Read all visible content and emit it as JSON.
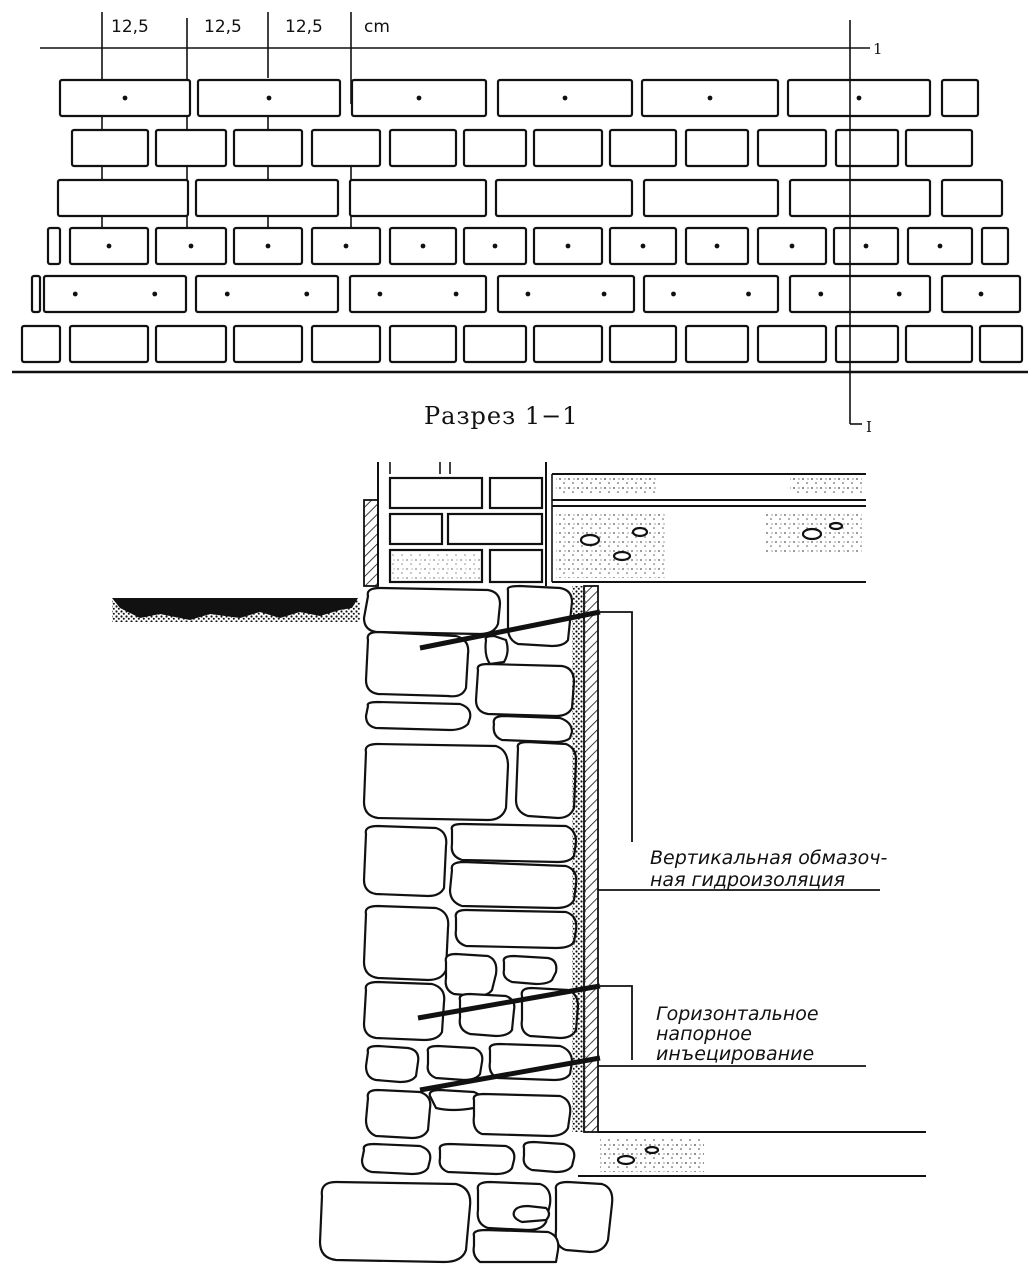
{
  "elevation": {
    "dimension_labels": [
      "12,5",
      "12,5",
      "12,5",
      "cm"
    ],
    "cut_mark_top": "1",
    "cut_mark_bottom": "I"
  },
  "section": {
    "title": "Разрез 1−1",
    "notes": {
      "vertical_waterproofing": [
        "Вертикальная обмазоч-",
        "ная гидроизоляция"
      ],
      "horizontal_injection": [
        "Горизонтальное",
        "напорное",
        "инъецирование"
      ]
    }
  },
  "colors": {
    "ink": "#111111",
    "paper": "#ffffff"
  }
}
